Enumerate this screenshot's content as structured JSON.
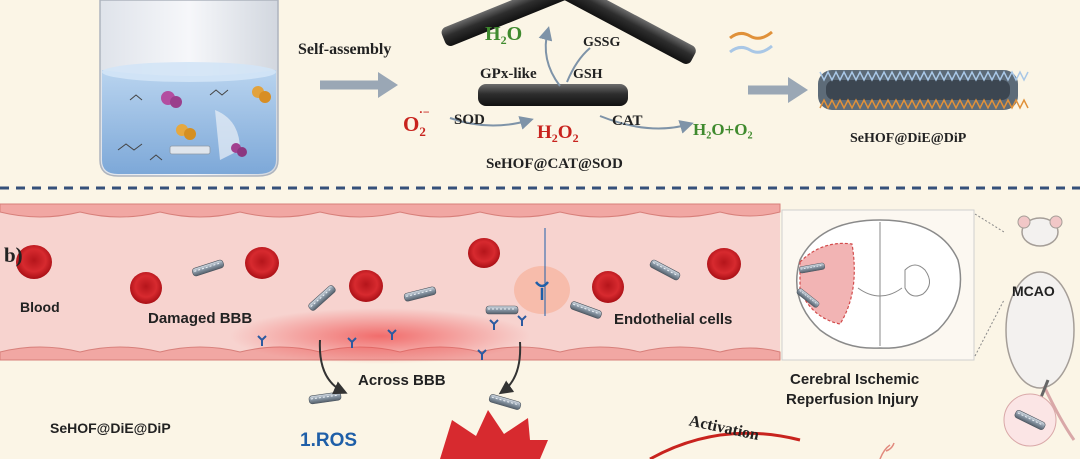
{
  "panel_a": {
    "self_assembly": "Self-assembly",
    "h2o_top": "H",
    "h2o_top_sub": "2",
    "h2o_top_end": "O",
    "gssg": "GSSG",
    "gpx_like": "GPx-like",
    "gsh": "GSH",
    "o2_base": "O",
    "o2_sub": "2",
    "o2_sup": "·−",
    "sod": "SOD",
    "h2o2_base": "H",
    "h2o2_sub1": "2",
    "h2o2_mid": "O",
    "h2o2_sub2": "2",
    "cat": "CAT",
    "h2o_o2": "H₂O+O₂",
    "sehof_cat_sod": "SeHOF@CAT@SOD",
    "sehof_die_dip": "SeHOF@DiE@DiP"
  },
  "panel_b": {
    "label": "b)",
    "blood": "Blood",
    "damaged_bbb": "Damaged BBB",
    "endothelial_cells": "Endothelial cells",
    "across_bbb": "Across BBB",
    "cerebral_line1": "Cerebral Ischemic",
    "cerebral_line2": "Reperfusion Injury",
    "mcao": "MCAO",
    "sehof_die_dip": "SeHOF@DiE@DiP",
    "ros": "1.ROS",
    "activation": "Activation"
  },
  "colors": {
    "background": "#fbf5e6",
    "vessel": "#f7d3cf",
    "rbc": "#d5232a",
    "green_text": "#3f8a2e",
    "red_text": "#c8231e",
    "blue_text": "#1f5fa8",
    "arrow_gray": "#9aa7b5",
    "dashed_divider": "#35507a"
  }
}
